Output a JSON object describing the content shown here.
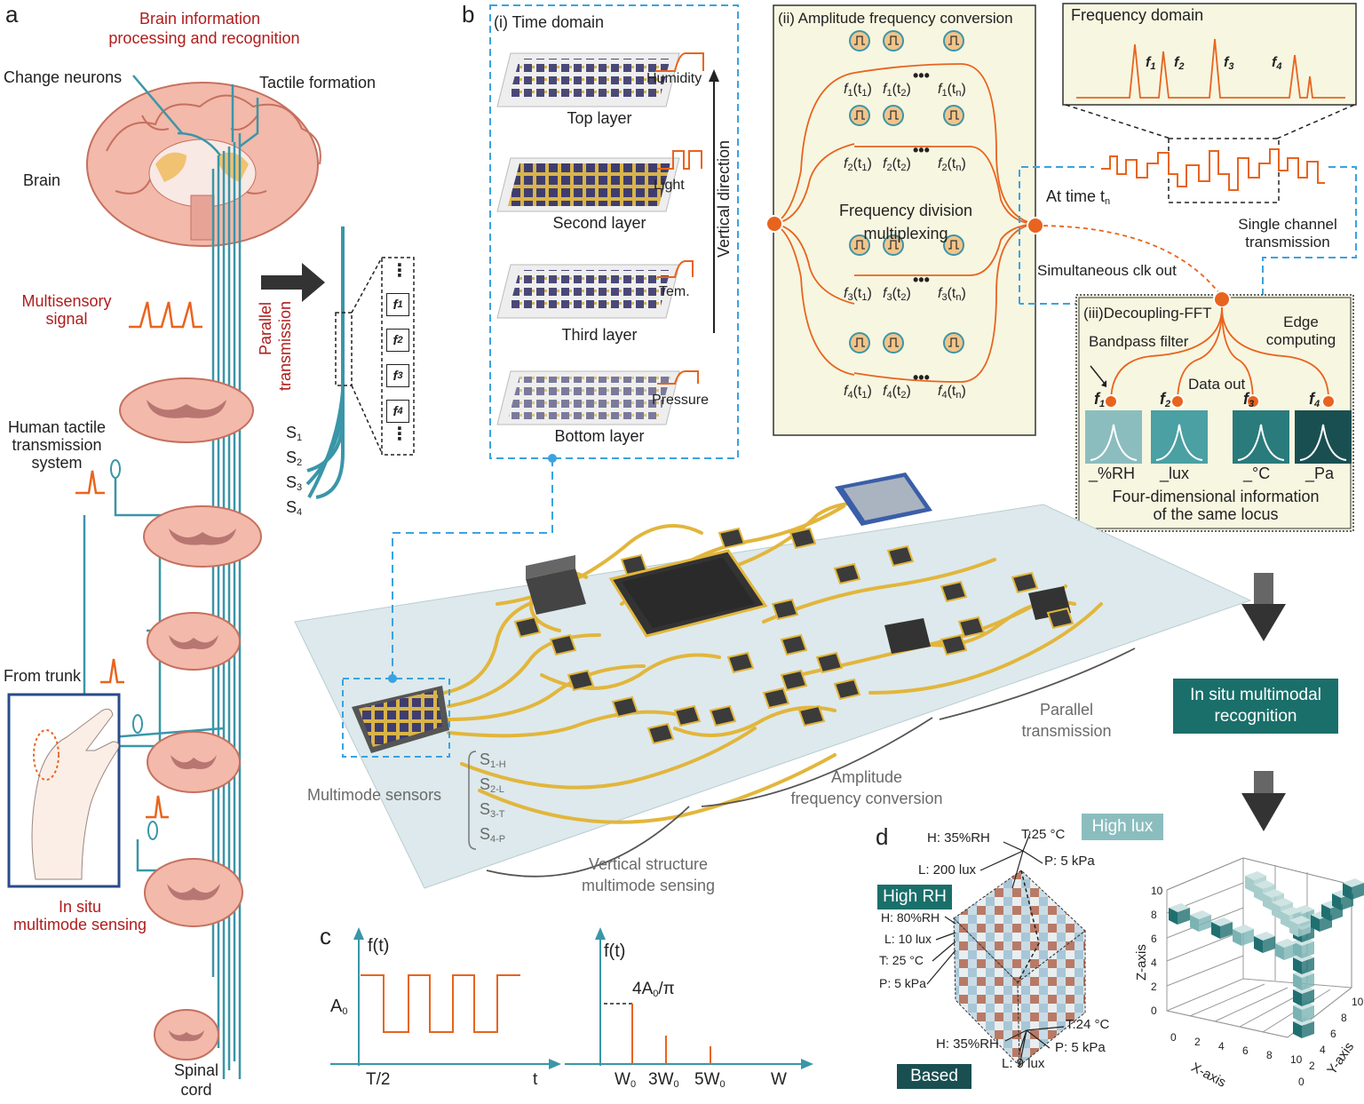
{
  "panels": {
    "a": "a",
    "b": "b",
    "c": "c",
    "d": "d"
  },
  "a": {
    "brain_title_1": "Brain information",
    "brain_title_2": "processing and recognition",
    "change_neurons": "Change neurons",
    "tactile_formation": "Tactile formation",
    "brain": "Brain",
    "multisensory_1": "Multisensory",
    "multisensory_2": "signal",
    "human_tactile_1": "Human tactile",
    "human_tactile_2": "transmission",
    "human_tactile_3": "system",
    "from_trunk": "From trunk",
    "in_situ_1": "In situ",
    "in_situ_2": "multimode sensing",
    "spinal_1": "Spinal",
    "spinal_2": "cord",
    "parallel_1": "Parallel",
    "parallel_2": "transmission",
    "f_boxes": [
      "f1",
      "f2",
      "f3",
      "f4"
    ],
    "s_labels": [
      "S1",
      "S2",
      "S3",
      "S4"
    ],
    "ellipsis": "⋮"
  },
  "b": {
    "time_domain": "(i) Time domain",
    "layers": [
      {
        "name": "Top layer",
        "signal": "Humidity"
      },
      {
        "name": "Second layer",
        "signal": "Light"
      },
      {
        "name": "Third layer",
        "signal": "Tem."
      },
      {
        "name": "Bottom layer",
        "signal": "Pressure"
      }
    ],
    "vertical_direction": "Vertical direction",
    "amp_freq_title": "(ii) Amplitude frequency conversion",
    "fdm_1": "Frequency division",
    "fdm_2": "multiplexing",
    "freq_rows": [
      [
        "f1(t1)",
        "f1(t2)",
        "f1(tn)"
      ],
      [
        "f2(t1)",
        "f2(t2)",
        "f2(tn)"
      ],
      [
        "f3(t1)",
        "f3(t2)",
        "f3(tn)"
      ],
      [
        "f4(t1)",
        "f4(t2)",
        "f4(tn)"
      ]
    ],
    "frequency_domain": "Frequency domain",
    "freq_peaks": [
      "f1",
      "f2",
      "f3",
      "f4"
    ],
    "at_time": "At time tn",
    "single_channel_1": "Single channel",
    "single_channel_2": "transmission",
    "simultaneous": "Simultaneous clk out",
    "decoupling": "(iii)Decoupling-FFT",
    "bandpass": "Bandpass filter",
    "edge_1": "Edge",
    "edge_2": "computing",
    "data_out": "Data out",
    "outputs": [
      "f1",
      "f2",
      "f3",
      "f4"
    ],
    "units": [
      "_%RH",
      "_lux",
      "_°C",
      "_Pa"
    ],
    "four_dim_1": "Four-dimensional information",
    "four_dim_2": "of the same locus",
    "multimode_sensors": "Multimode sensors",
    "sensor_channels": [
      "S1-H",
      "S2-L",
      "S3-T",
      "S4-P"
    ],
    "vertical_structure_1": "Vertical structure",
    "vertical_structure_2": "multimode sensing",
    "amplitude_freq_1": "Amplitude",
    "amplitude_freq_2": "frequency conversion",
    "parallel_tx_1": "Parallel",
    "parallel_tx_2": "transmission",
    "recognition_1": "In situ multimodal",
    "recognition_2": "recognition"
  },
  "c": {
    "left_ylabel": "f(t)",
    "amplitude": "A0",
    "half_period": "T/2",
    "time_axis": "t",
    "right_ylabel": "f(t)",
    "peak_label": "4A0/π",
    "freqs": [
      "W0",
      "3W0",
      "5W0"
    ],
    "freq_axis": "W"
  },
  "d": {
    "high_lux": "High lux",
    "high_rh": "High RH",
    "based": "Based",
    "top_labels": [
      "H: 35%RH",
      "T:25 °C",
      "L: 200 lux",
      "P: 5 kPa"
    ],
    "left_labels": [
      "H: 80%RH",
      "L: 10 lux",
      "T: 25 °C",
      "P: 5 kPa"
    ],
    "bottom_labels": [
      "T:24 °C",
      "H: 35%RH",
      "P: 5 kPa",
      "L: 9 lux"
    ],
    "z_axis": "Z-axis",
    "x_axis": "X-axis",
    "y_axis": "Y-axis",
    "z_ticks": [
      "0",
      "2",
      "4",
      "6",
      "8",
      "10"
    ],
    "x_ticks": [
      "0",
      "2",
      "4",
      "6",
      "8",
      "10"
    ],
    "y_ticks": [
      "0",
      "2",
      "4",
      "6",
      "8",
      "10"
    ]
  },
  "colors": {
    "accent_red": "#b01c1c",
    "teal": "#3a96a8",
    "orange": "#e8641e",
    "dark_teal": "#1a6f6a",
    "cream": "#f7f6e1",
    "blue_dash": "#3aa3e0"
  }
}
